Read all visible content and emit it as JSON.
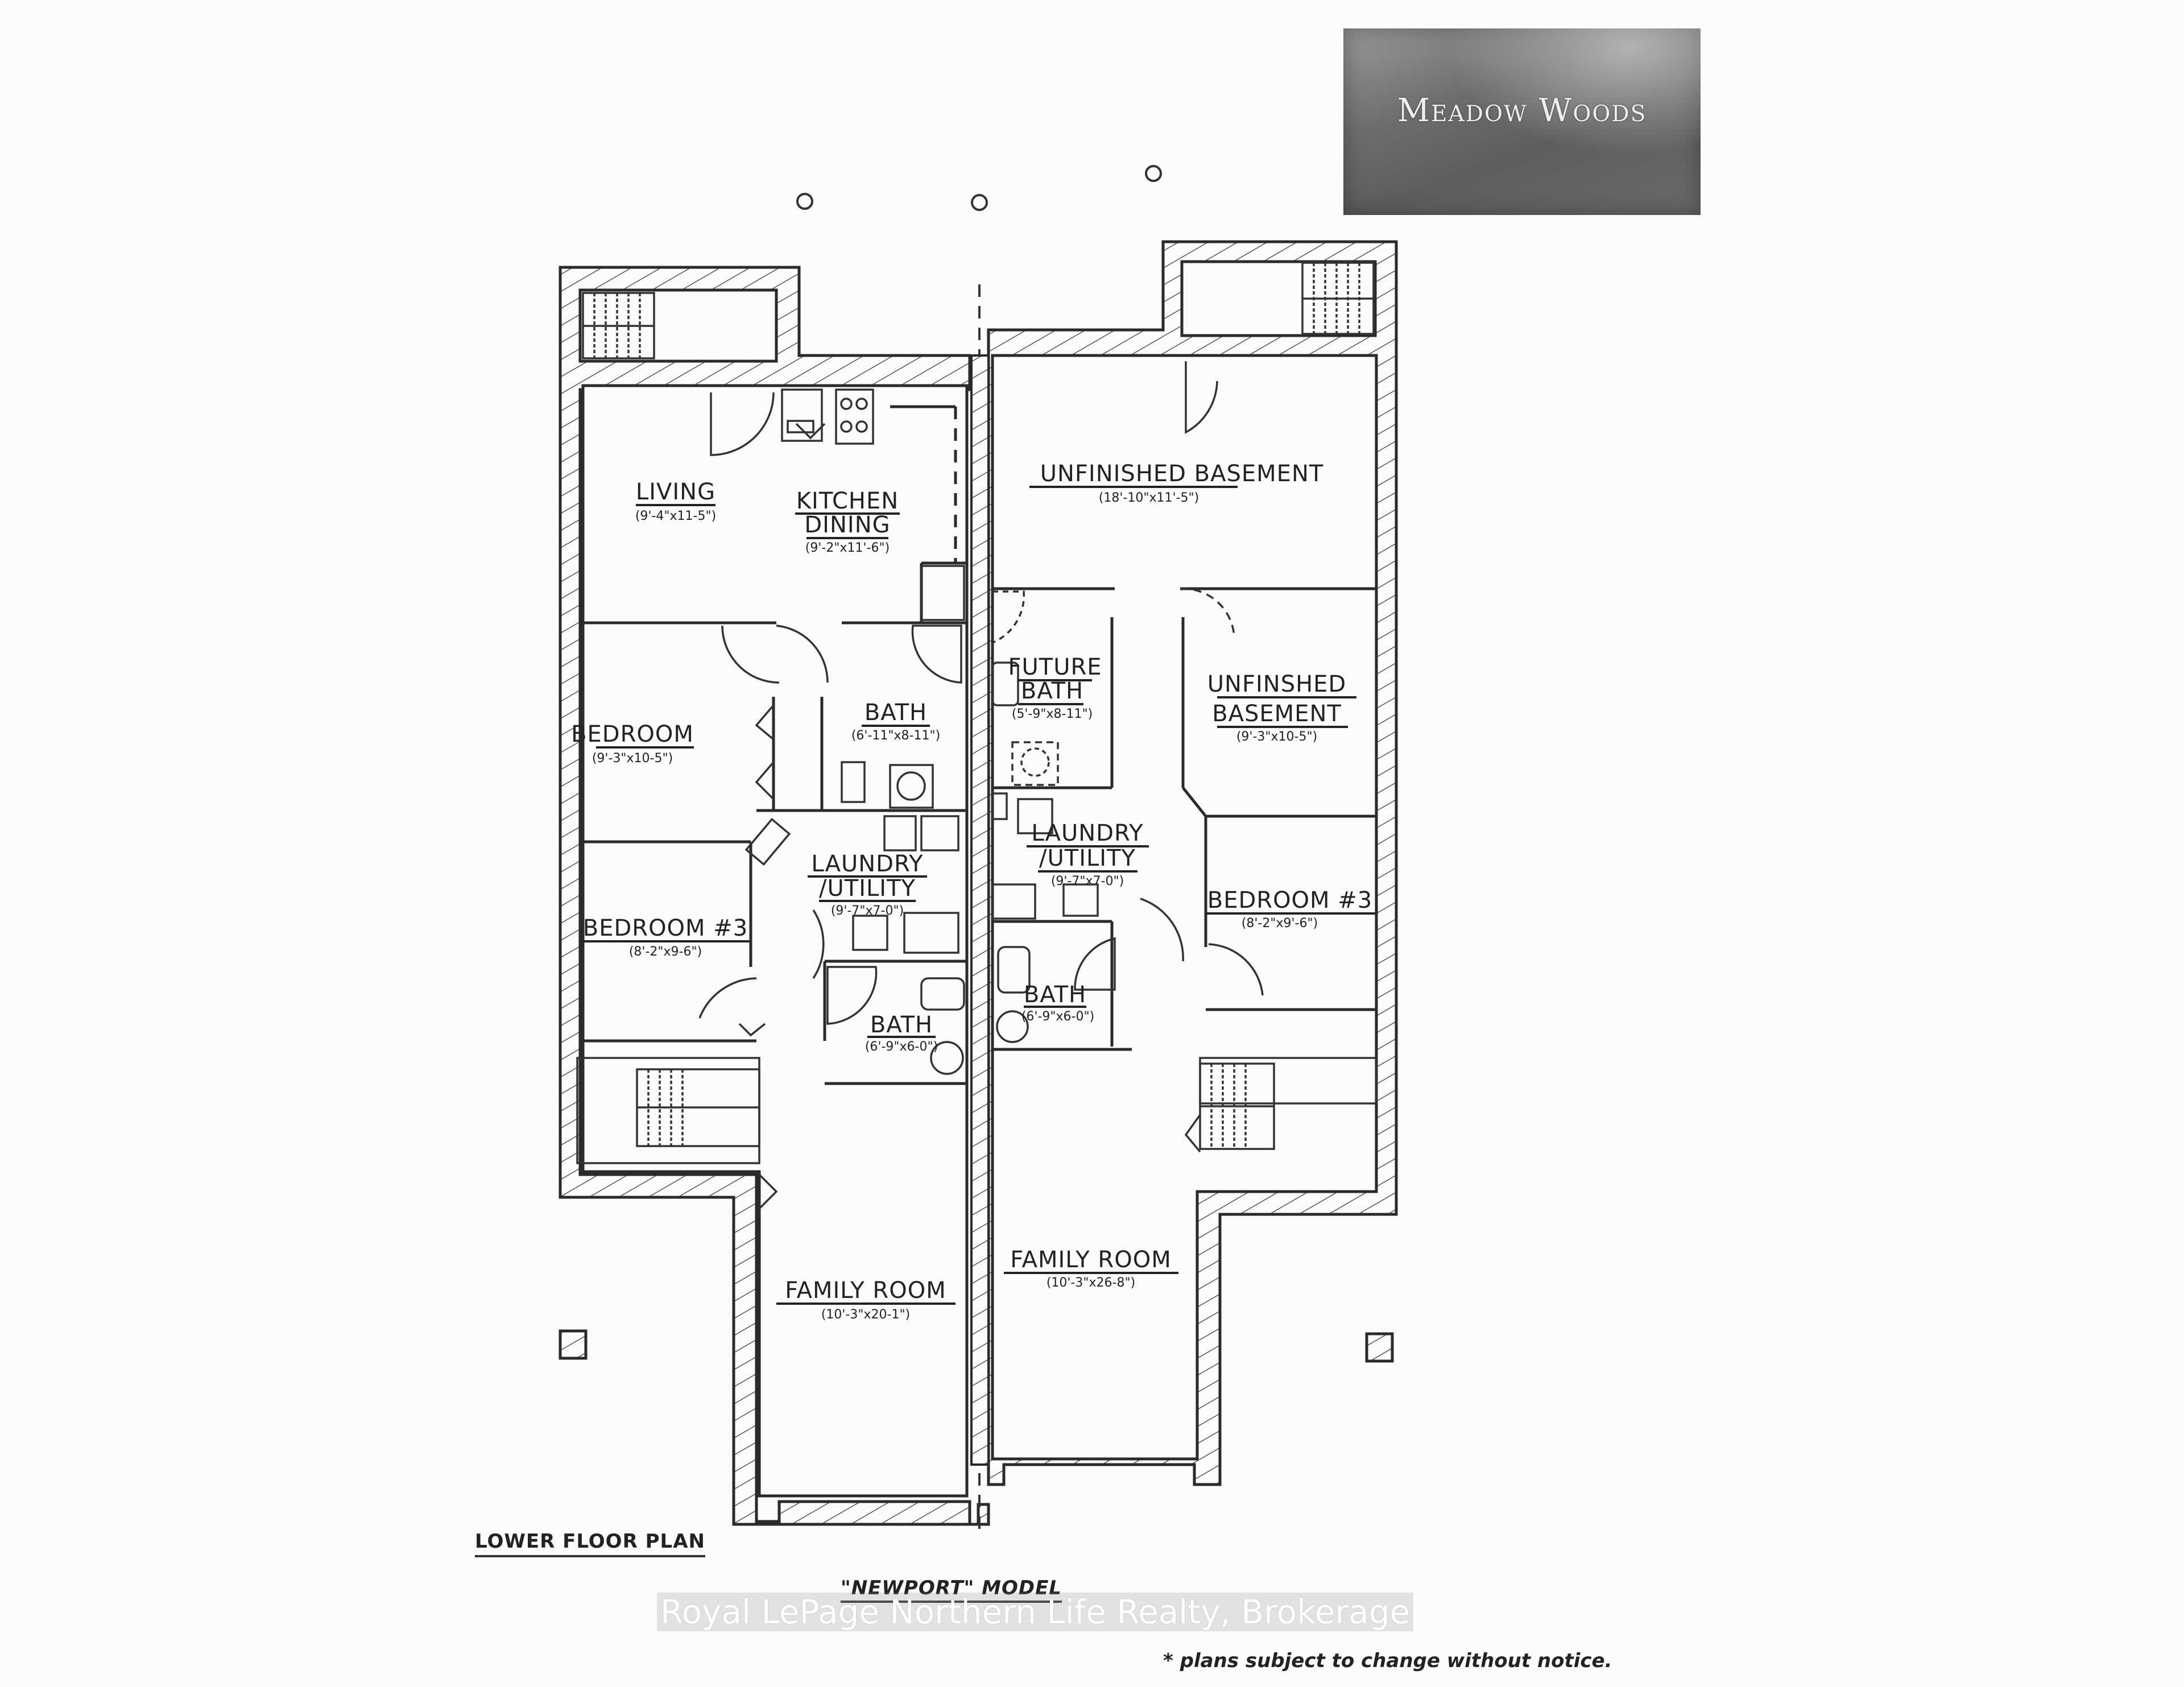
{
  "branding": {
    "community_name": "Meadow Woods"
  },
  "plan": {
    "title": "LOWER FLOOR PLAN",
    "model": "\"NEWPORT\" MODEL",
    "watermark": "Royal LePage Northern Life Realty, Brokerage",
    "disclaimer": "* plans subject to change without notice."
  },
  "units": {
    "left": {
      "rooms": [
        {
          "id": "living",
          "name": "LIVING",
          "dims": "(9'-4\"x11-5\")"
        },
        {
          "id": "kitchen",
          "name": "KITCHEN",
          "name2": "DINING",
          "dims": "(9'-2\"x11'-6\")"
        },
        {
          "id": "bedroom",
          "name": "BEDROOM",
          "dims": "(9'-3\"x10-5\")"
        },
        {
          "id": "bath-main",
          "name": "BATH",
          "dims": "(6'-11\"x8-11\")"
        },
        {
          "id": "laundry",
          "name": "LAUNDRY",
          "name2": "/UTILITY",
          "dims": "(9'-7\"x7-0\")"
        },
        {
          "id": "bedroom3",
          "name": "BEDROOM #3",
          "dims": "(8'-2\"x9-6\")"
        },
        {
          "id": "bath-2",
          "name": "BATH",
          "dims": "(6'-9\"x6-0\")"
        },
        {
          "id": "family",
          "name": "FAMILY ROOM",
          "dims": "(10'-3\"x20-1\")"
        }
      ]
    },
    "right": {
      "rooms": [
        {
          "id": "unfinished-1",
          "name": "UNFINISHED BASEMENT",
          "dims": "(18'-10\"x11'-5\")"
        },
        {
          "id": "future-bath",
          "name": "FUTURE",
          "name2": "BATH",
          "dims": "(5'-9\"x8-11\")"
        },
        {
          "id": "unfinished-2",
          "name": "UNFINSHED",
          "name2": "BASEMENT",
          "dims": "(9'-3\"x10-5\")"
        },
        {
          "id": "laundry",
          "name": "LAUNDRY",
          "name2": "/UTILITY",
          "dims": "(9'-7\"x7-0\")"
        },
        {
          "id": "bedroom3",
          "name": "BEDROOM #3",
          "dims": "(8'-2\"x9'-6\")"
        },
        {
          "id": "bath",
          "name": "BATH",
          "dims": "(6'-9\"x6-0\")"
        },
        {
          "id": "family",
          "name": "FAMILY ROOM",
          "dims": "(10'-3\"x26-8\")"
        }
      ]
    }
  }
}
